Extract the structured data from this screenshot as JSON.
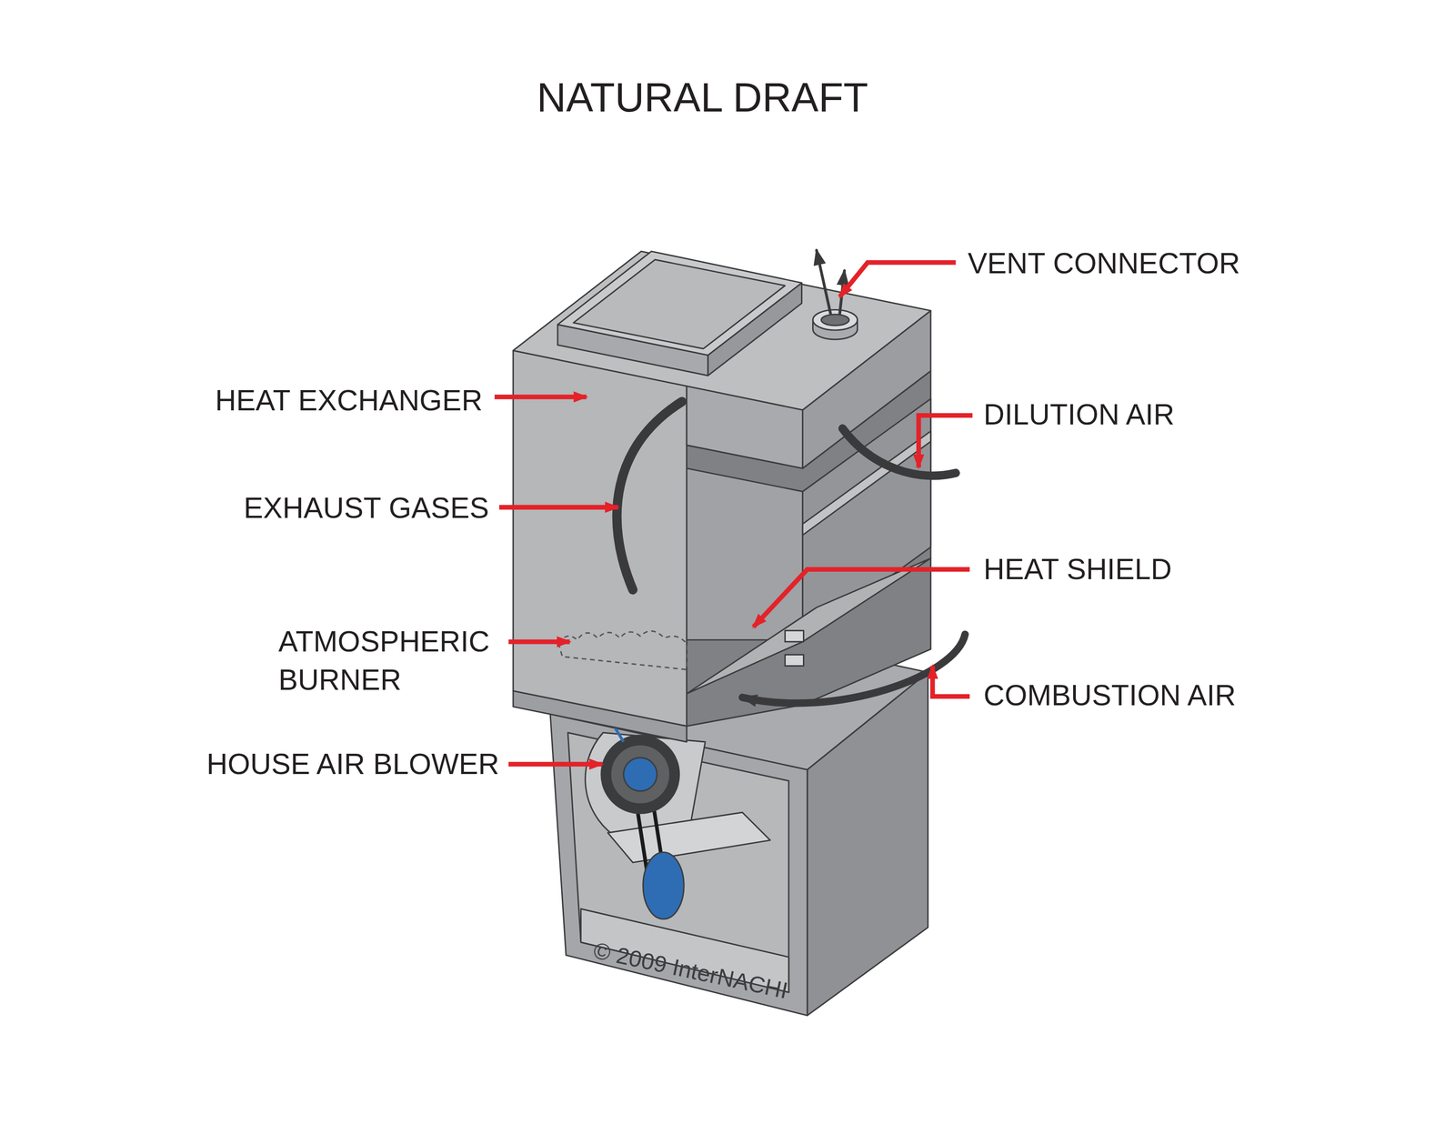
{
  "diagram": {
    "title": "NATURAL DRAFT",
    "labels": [
      "VENT CONNECTOR",
      "HEAT EXCHANGER",
      "DILUTION AIR",
      "EXHAUST GASES",
      "HEAT SHIELD",
      "ATMOSPHERIC BURNER",
      "COMBUSTION AIR",
      "HOUSE AIR BLOWER",
      "© 2009 InterNACHI"
    ]
  }
}
